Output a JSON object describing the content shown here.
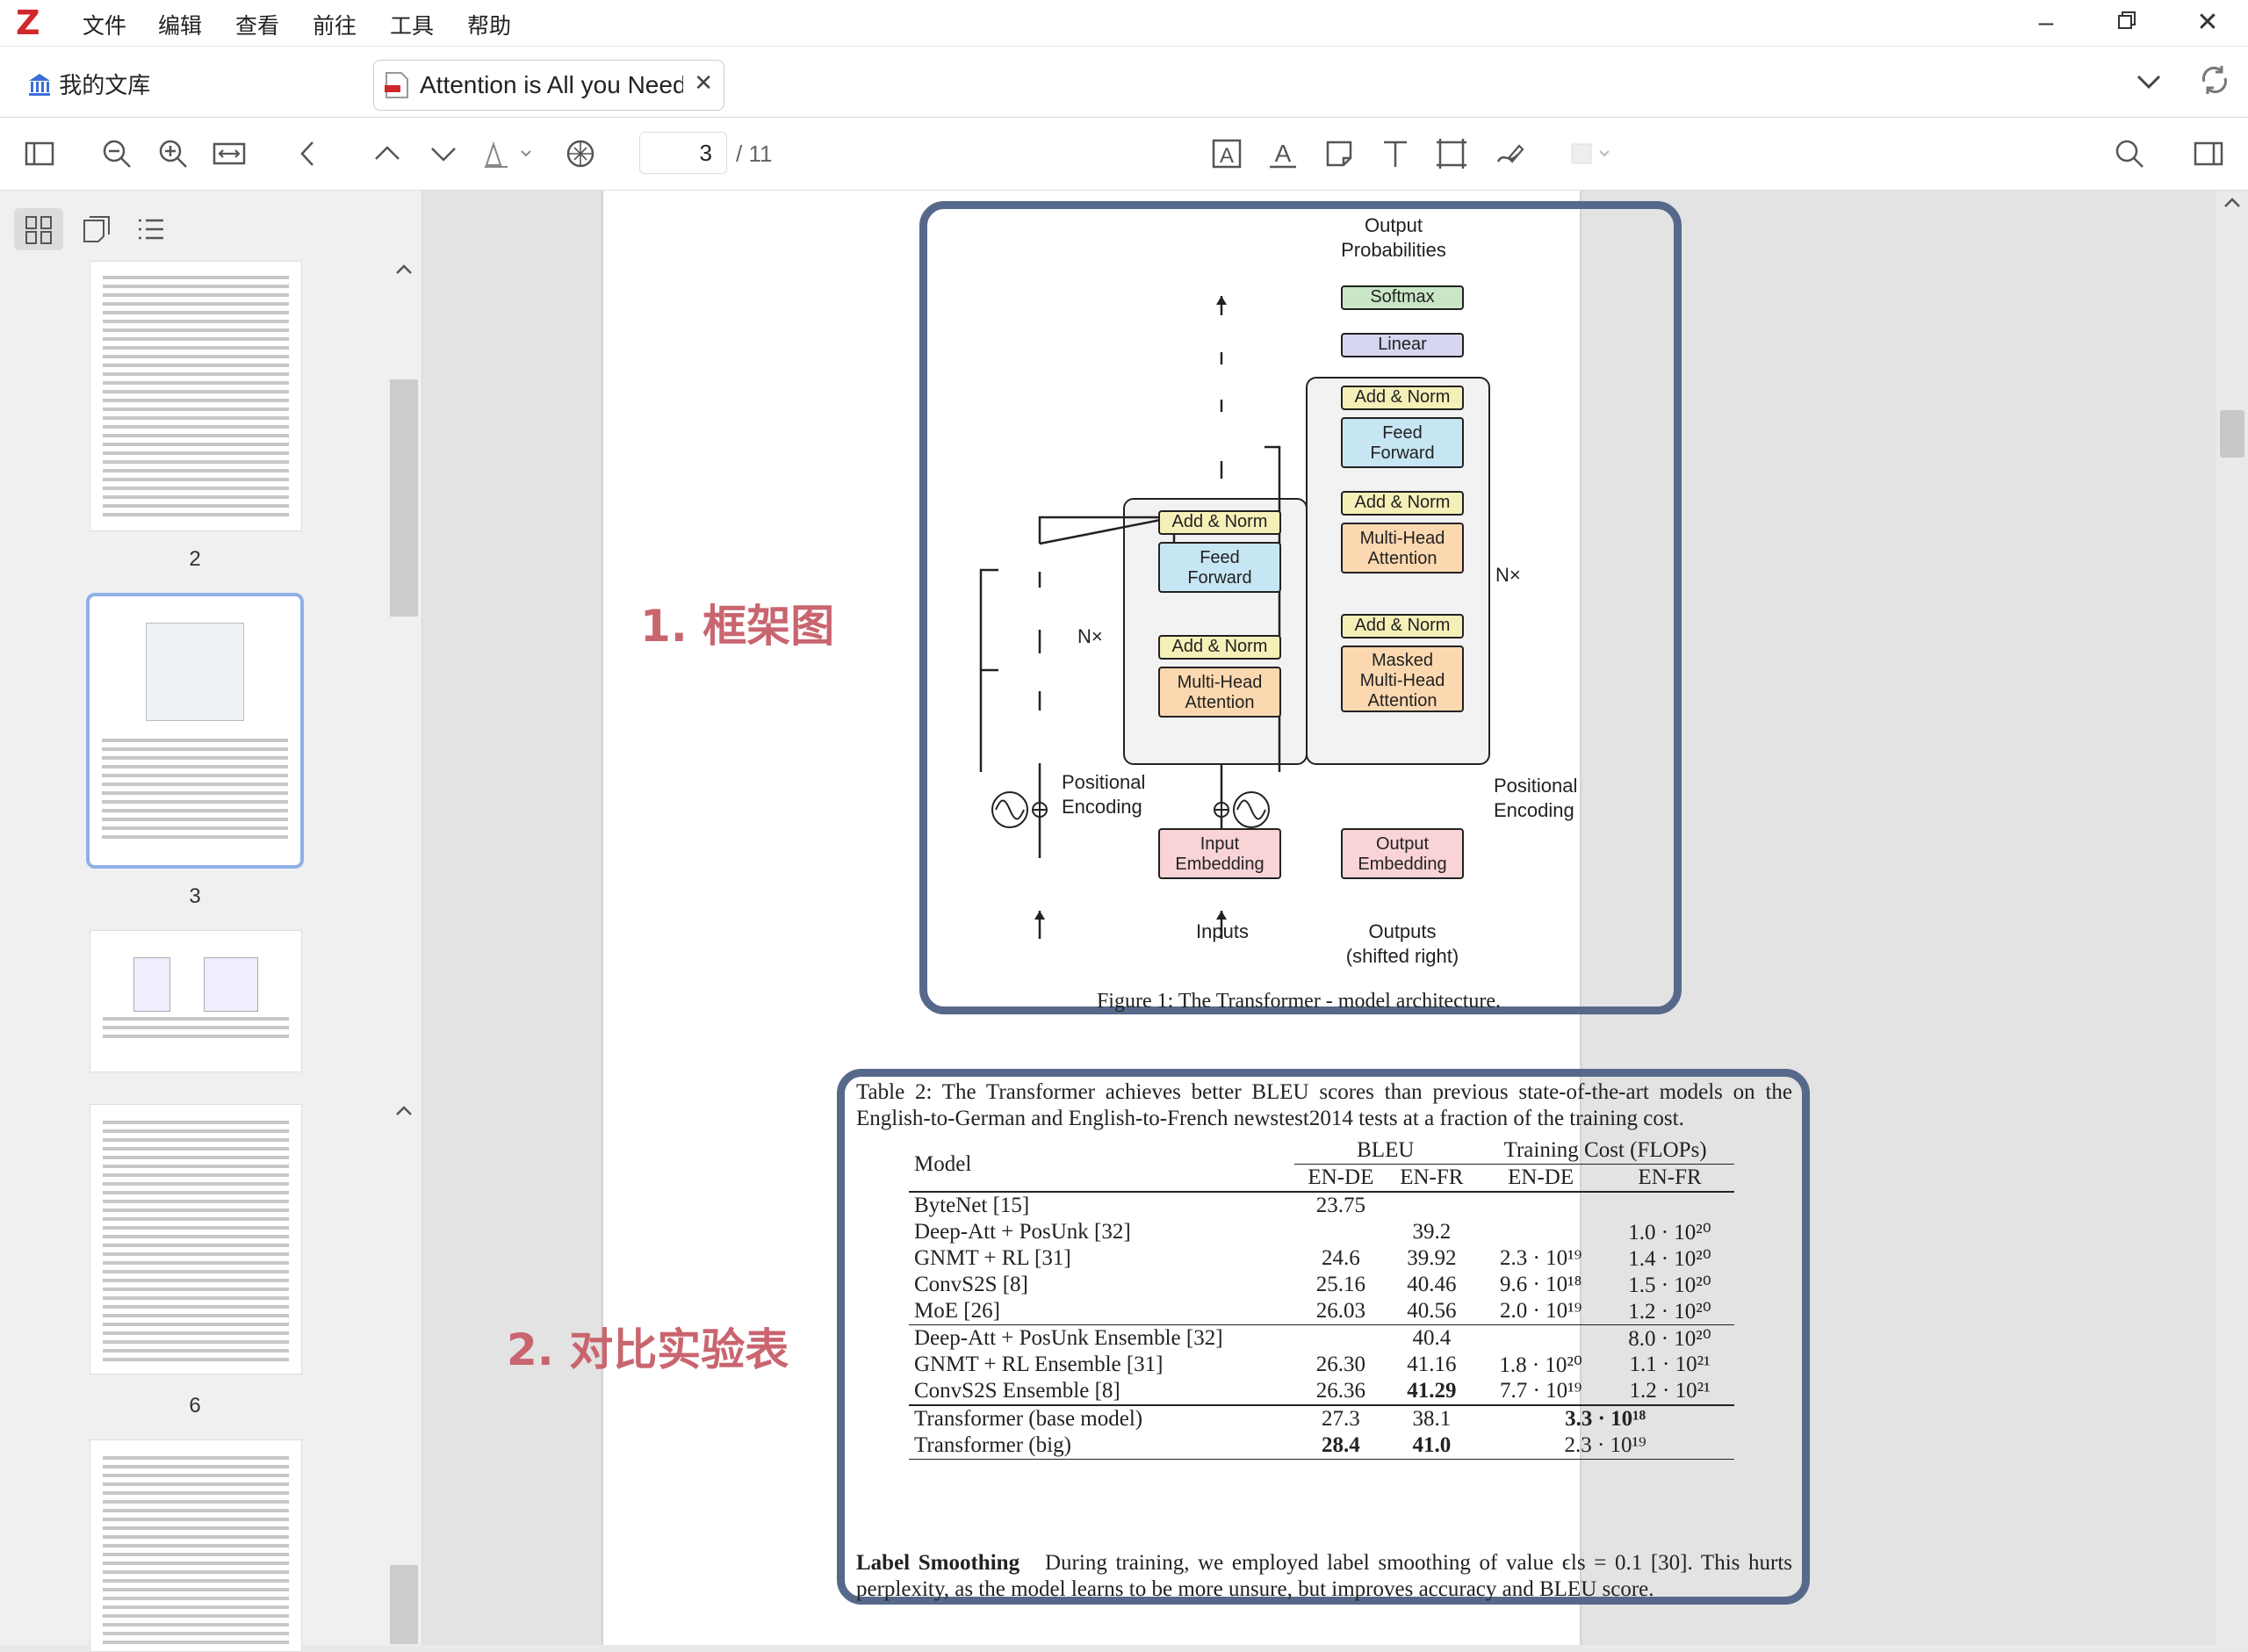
{
  "app": {
    "logo": "Z",
    "menu": [
      "文件",
      "编辑",
      "查看",
      "前往",
      "工具",
      "帮助"
    ]
  },
  "tabs": {
    "library": "我的文库",
    "document": "Attention is All you Need"
  },
  "toolbar": {
    "current_page": "3",
    "total_pages": "/ 11"
  },
  "sidebar": {
    "thumbnails": [
      {
        "page": "2"
      },
      {
        "page": "3"
      },
      {
        "page": ""
      },
      {
        "page": "6"
      },
      {
        "page": ""
      }
    ]
  },
  "annotations": {
    "a1": "1. 框架图",
    "a2": "2. 对比实验表"
  },
  "figure": {
    "output_probabilities": "Output\nProbabilities",
    "softmax": "Softmax",
    "linear": "Linear",
    "add_norm": "Add & Norm",
    "feed_forward": "Feed\nForward",
    "multi_head": "Multi-Head\nAttention",
    "masked_multi_head": "Masked\nMulti-Head\nAttention",
    "nx": "N×",
    "positional_encoding": "Positional\nEncoding",
    "input_embedding": "Input\nEmbedding",
    "output_embedding": "Output\nEmbedding",
    "inputs": "Inputs",
    "outputs": "Outputs\n(shifted right)",
    "caption": "Figure 1: The Transformer - model architecture."
  },
  "table": {
    "caption": "Table 2: The Transformer achieves better BLEU scores than previous state-of-the-art models on the English-to-German and English-to-French newstest2014 tests at a fraction of the training cost.",
    "header": {
      "model": "Model",
      "bleu": "BLEU",
      "cost": "Training Cost (FLOPs)",
      "sub": [
        "EN-DE",
        "EN-FR",
        "EN-DE",
        "EN-FR"
      ]
    },
    "groups": [
      [
        {
          "model": "ByteNet [15]",
          "de": "23.75",
          "fr": "",
          "cde": "",
          "cfr": ""
        },
        {
          "model": "Deep-Att + PosUnk [32]",
          "de": "",
          "fr": "39.2",
          "cde": "",
          "cfr": "1.0 · 10²⁰"
        },
        {
          "model": "GNMT + RL [31]",
          "de": "24.6",
          "fr": "39.92",
          "cde": "2.3 · 10¹⁹",
          "cfr": "1.4 · 10²⁰"
        },
        {
          "model": "ConvS2S [8]",
          "de": "25.16",
          "fr": "40.46",
          "cde": "9.6 · 10¹⁸",
          "cfr": "1.5 · 10²⁰"
        },
        {
          "model": "MoE [26]",
          "de": "26.03",
          "fr": "40.56",
          "cde": "2.0 · 10¹⁹",
          "cfr": "1.2 · 10²⁰"
        }
      ],
      [
        {
          "model": "Deep-Att + PosUnk Ensemble [32]",
          "de": "",
          "fr": "40.4",
          "cde": "",
          "cfr": "8.0 · 10²⁰"
        },
        {
          "model": "GNMT + RL Ensemble [31]",
          "de": "26.30",
          "fr": "41.16",
          "cde": "1.8 · 10²⁰",
          "cfr": "1.1 · 10²¹"
        },
        {
          "model": "ConvS2S Ensemble [8]",
          "de": "26.36",
          "fr": "41.29",
          "cde": "7.7 · 10¹⁹",
          "cfr": "1.2 · 10²¹"
        }
      ],
      [
        {
          "model": "Transformer (base model)",
          "de": "27.3",
          "fr": "38.1",
          "cost": "3.3 · 10¹⁸"
        },
        {
          "model": "Transformer (big)",
          "de": "28.4",
          "fr": "41.0",
          "cost": "2.3 · 10¹⁹"
        }
      ]
    ],
    "label_smoothing_title": "Label Smoothing",
    "label_smoothing_text": "During training, we employed label smoothing of value ϵls = 0.1 [30]. This hurts perplexity, as the model learns to be more unsure, but improves accuracy and BLEU score."
  }
}
